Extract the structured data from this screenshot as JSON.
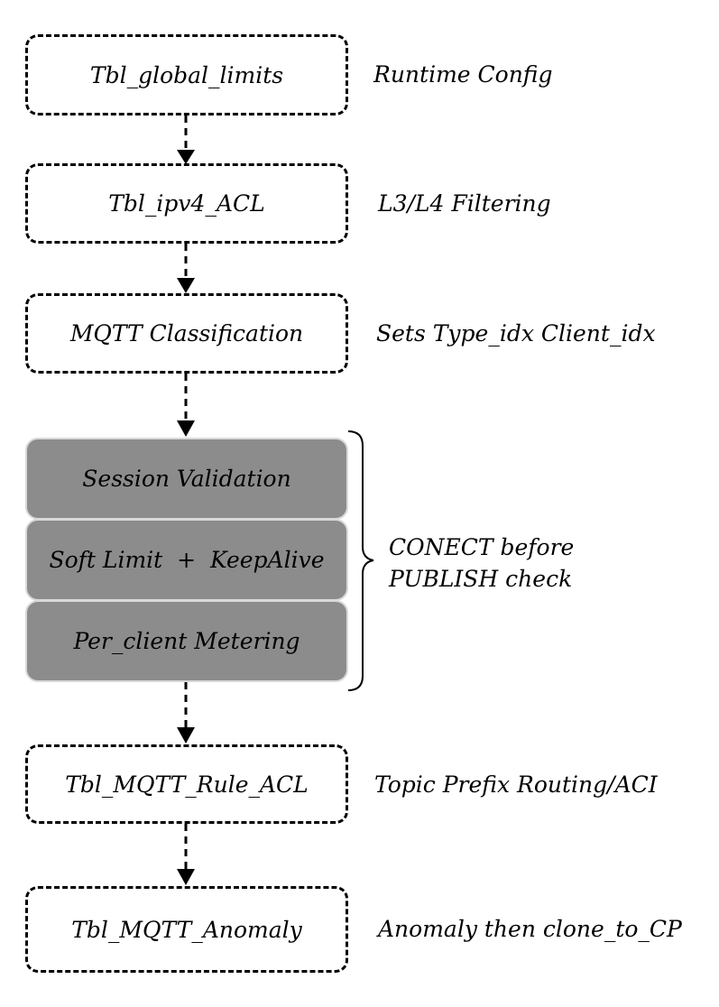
{
  "steps": [
    {
      "label": "Tbl_global_limits",
      "note": "Runtime Config"
    },
    {
      "label": "Tbl_ipv4_ACL",
      "note": "L3/L4 Filtering"
    },
    {
      "label": "MQTT Classification",
      "note": "Sets Type_idx Client_idx"
    }
  ],
  "group": {
    "items": [
      "Session Validation",
      "Soft Limit  +  KeepAlive",
      "Per_client Metering"
    ],
    "note_line1": "CONECT before",
    "note_line2": "PUBLISH check"
  },
  "steps_after": [
    {
      "label": "Tbl_MQTT_Rule_ACL",
      "note": "Topic Prefix Routing/ACI"
    },
    {
      "label": "Tbl_MQTT_Anomaly",
      "note": "Anomaly then clone_to_CP"
    }
  ],
  "colors": {
    "grouped_fill": "#8c8c8c",
    "grouped_border": "#d9d9d9",
    "line": "#000000"
  }
}
